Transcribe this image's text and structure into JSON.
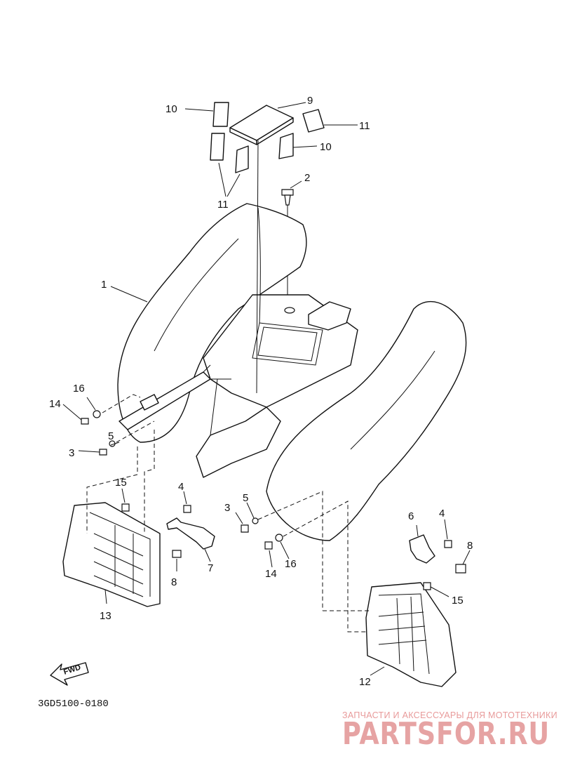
{
  "diagram": {
    "drawing_code": "3GD5100-0180",
    "fwd_label": "FWD",
    "callouts": {
      "c1": "1",
      "c2": "2",
      "c3a": "3",
      "c3b": "3",
      "c4a": "4",
      "c4b": "4",
      "c5a": "5",
      "c5b": "5",
      "c6": "6",
      "c7": "7",
      "c8a": "8",
      "c8b": "8",
      "c9": "9",
      "c10a": "10",
      "c10b": "10",
      "c11a": "11",
      "c11b": "11",
      "c12": "12",
      "c13": "13",
      "c14a": "14",
      "c14b": "14",
      "c15a": "15",
      "c15b": "15",
      "c16a": "16",
      "c16b": "16"
    }
  },
  "watermark": {
    "tagline": "ЗАПЧАСТИ И АКСЕССУАРЫ ДЛЯ МОТОТЕХНИКИ",
    "brand": "PARTSFOR.RU",
    "color": "#e6a3a3"
  }
}
